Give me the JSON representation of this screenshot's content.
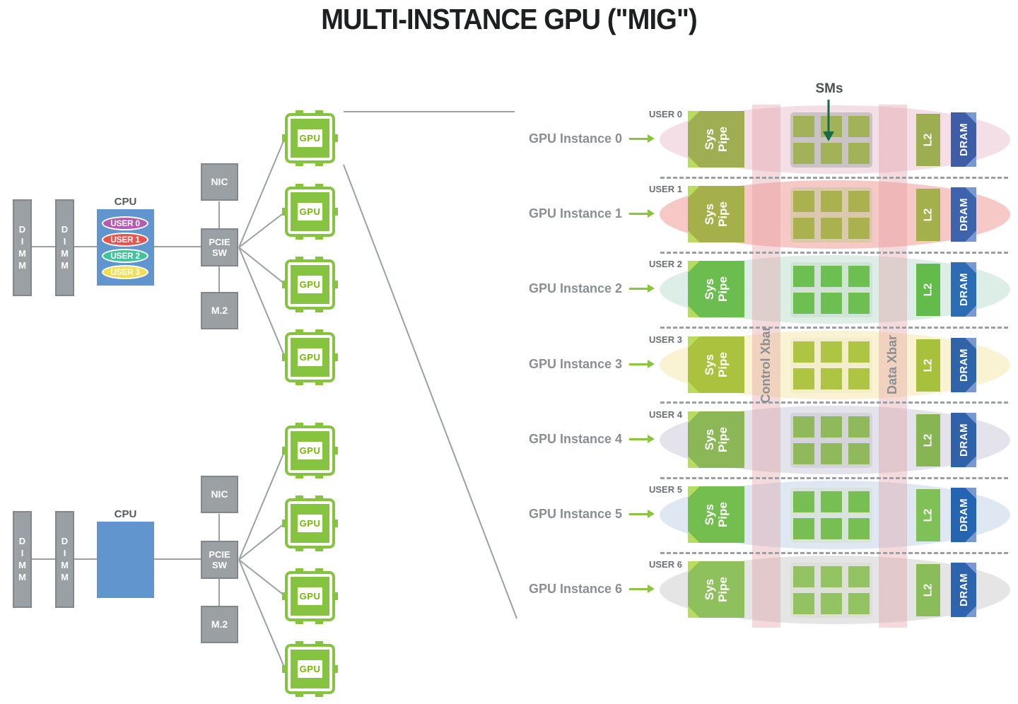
{
  "title": "MULTI-INSTANCE GPU (\"MIG\")",
  "shared": {
    "gpu_chip_label": "GPU",
    "dimm_label": "DIMM",
    "cpu_label": "CPU",
    "nic_label": "NIC",
    "pcie_label": "PCIE SW",
    "m2_label": "M.2"
  },
  "colors": {
    "nvidia_green": "#76b900",
    "chip_green": "#85c340",
    "box_gray": "#9aa0a4",
    "line_gray": "#9ba0a3",
    "cpu_blue": "#6195ce",
    "instance_arrow_green": "#8bc53f",
    "sms_arrow_green": "#156a4a",
    "xbar_overlay": "rgba(223,148,156,0.35)"
  },
  "top_cluster": {
    "users": [
      {
        "label": "USER 0",
        "color": "#b45cb0"
      },
      {
        "label": "USER 1",
        "color": "#e9534e"
      },
      {
        "label": "USER 2",
        "color": "#41c39c"
      },
      {
        "label": "USER 3",
        "color": "#f2df4e"
      }
    ]
  },
  "right": {
    "sms_label": "SMs",
    "control_xbar_label": "Control Xbar",
    "data_xbar_label": "Data Xbar",
    "block_labels": {
      "sys_line1": "Sys",
      "sys_line2": "Pipe",
      "l2": "L2",
      "dram": "DRAM"
    },
    "instances": [
      {
        "user": "USER 0",
        "label": "GPU Instance 0",
        "tint": "#f5dfe7",
        "sys_color": "#9fae52",
        "sm_bg": "#cac3c5",
        "sm_sq": "#a2b258",
        "l2_color": "#9dae52",
        "dram_color": "#3f5ca7"
      },
      {
        "user": "USER 1",
        "label": "GPU Instance 1",
        "tint": "#f7c9c6",
        "sys_color": "#a5b04b",
        "sm_bg": "#dbc9ad",
        "sm_sq": "#a9b24f",
        "l2_color": "#a4b04b",
        "dram_color": "#3d63ab"
      },
      {
        "user": "USER 2",
        "label": "GPU Instance 2",
        "tint": "#ddeee6",
        "sys_color": "#6abd4e",
        "sm_bg": "#d0e3d5",
        "sm_sq": "#6ebf52",
        "l2_color": "#63bb4a",
        "dram_color": "#2b6cb3"
      },
      {
        "user": "USER 3",
        "label": "GPU Instance 3",
        "tint": "#f9f3d3",
        "sys_color": "#aac23e",
        "sm_bg": "#f3edca",
        "sm_sq": "#adc542",
        "l2_color": "#a8c13d",
        "dram_color": "#3064a9"
      },
      {
        "user": "USER 4",
        "label": "GPU Instance 4",
        "tint": "#e4e2ea",
        "sys_color": "#8cb757",
        "sm_bg": "#d4d3d9",
        "sm_sq": "#90b95b",
        "l2_color": "#87b553",
        "dram_color": "#3062aa"
      },
      {
        "user": "USER 5",
        "label": "GPU Instance 5",
        "tint": "#dfe8f2",
        "sys_color": "#74bd4f",
        "sm_bg": "#d9e3dc",
        "sm_sq": "#78bf53",
        "l2_color": "#7fc057",
        "dram_color": "#2465b1"
      },
      {
        "user": "USER 6",
        "label": "GPU Instance 6",
        "tint": "#e5e5e5",
        "sys_color": "#8fc05e",
        "sm_bg": "#dedfd8",
        "sm_sq": "#92c261",
        "l2_color": "#8abd59",
        "dram_color": "#2d64ad"
      }
    ]
  }
}
